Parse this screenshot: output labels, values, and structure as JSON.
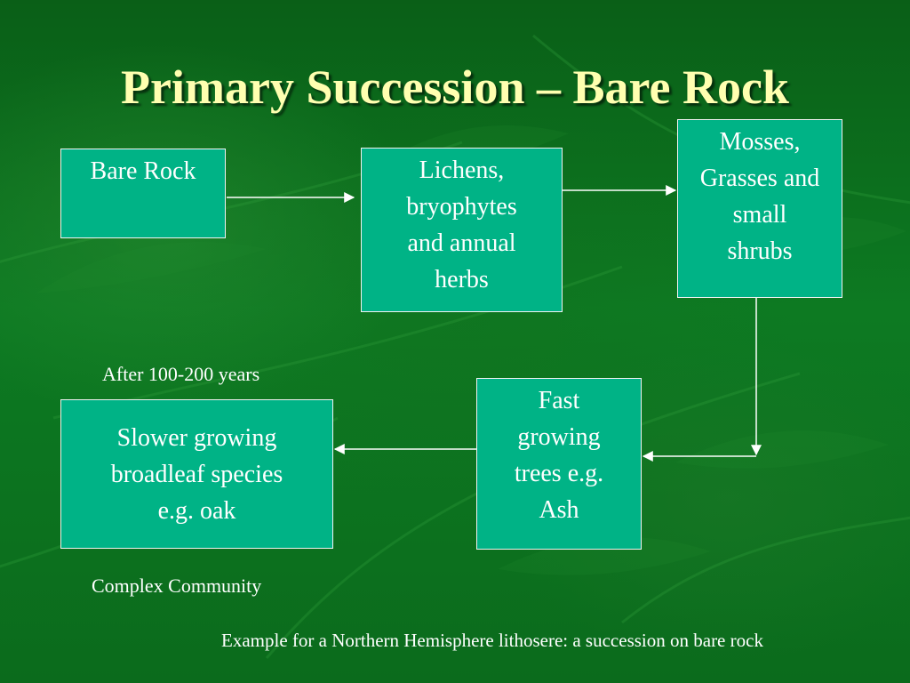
{
  "slide": {
    "title": "Primary Succession – Bare Rock",
    "stages": {
      "bare_rock": "Bare Rock",
      "lichens": [
        "Lichens,",
        "bryophytes",
        "and annual",
        "herbs"
      ],
      "mosses": [
        "Mosses,",
        "Grasses and",
        "small",
        "shrubs"
      ],
      "fast_trees": [
        "Fast",
        "growing",
        "trees e.g.",
        "Ash"
      ],
      "broadleaf": [
        "Slower growing",
        "broadleaf species",
        "e.g. oak"
      ]
    },
    "annotations": {
      "time_note": "After 100-200 years",
      "community_note": "Complex Community",
      "footer": "Example for a Northern Hemisphere lithosere: a succession on bare rock"
    }
  },
  "theme": {
    "box_fill": "#00b386",
    "title_color": "#ffffb0",
    "background": "#0b6d1b"
  }
}
